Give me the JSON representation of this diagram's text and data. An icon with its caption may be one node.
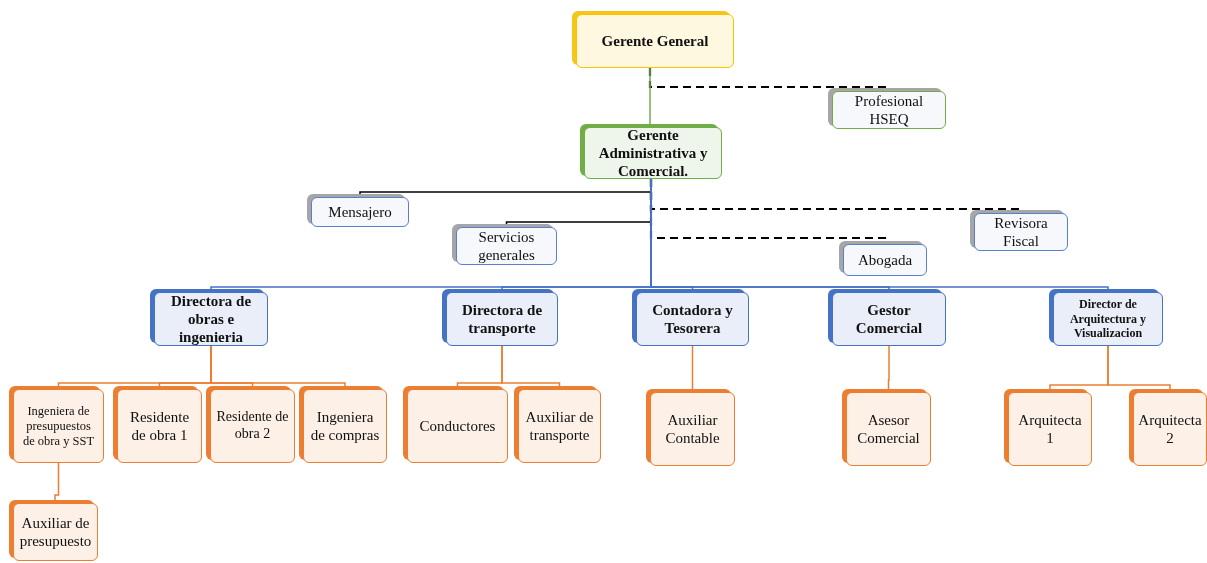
{
  "diagram": {
    "nodes": [
      {
        "text": [
          "Gerente General"
        ]
      },
      {
        "text": [
          "Profesional HSEQ"
        ]
      },
      {
        "text": [
          "Gerente Administrativa y Comercial."
        ]
      },
      {
        "text": [
          "Mensajero"
        ]
      },
      {
        "text": [
          "Servicios generales"
        ]
      },
      {
        "text": [
          "Revisora Fiscal"
        ]
      },
      {
        "text": [
          "Abogada"
        ]
      },
      {
        "text": [
          "Directora de obras e ingenieria"
        ]
      },
      {
        "text": [
          "Directora de transporte"
        ]
      },
      {
        "text": [
          "Contadora y Tesorera"
        ]
      },
      {
        "text": [
          "Gestor Comercial"
        ]
      },
      {
        "text": [
          "Director de Arquitectura y Visualizacion"
        ]
      },
      {
        "text": [
          "Ingeniera de presupuestos de obra y SST"
        ]
      },
      {
        "text": [
          "Residente de obra 1"
        ]
      },
      {
        "text": [
          "Residente de obra 2"
        ]
      },
      {
        "text": [
          "Ingeniera de compras"
        ]
      },
      {
        "text": [
          "Auxiliar de presupuesto"
        ]
      },
      {
        "text": [
          "Conductores"
        ]
      },
      {
        "text": [
          "Auxiliar de transporte"
        ]
      },
      {
        "text": [
          "Auxiliar Contable"
        ]
      },
      {
        "text": [
          "Asesor Comercial"
        ]
      },
      {
        "text": [
          "Arquitecta 1"
        ]
      },
      {
        "text": [
          "Arquitecta 2"
        ]
      }
    ],
    "edges": [
      {
        "from": 0,
        "to": 1,
        "arrow": "none",
        "style": "dashed",
        "color": "#000000"
      },
      {
        "from": 0,
        "to": 2,
        "arrow": "none",
        "color": "#70ad47"
      },
      {
        "from": 2,
        "to": 3,
        "arrow": "none",
        "color": "#000000"
      },
      {
        "from": 2,
        "to": 4,
        "arrow": "none",
        "color": "#000000"
      },
      {
        "from": 2,
        "to": 5,
        "arrow": "none",
        "style": "dashed",
        "color": "#000000"
      },
      {
        "from": 2,
        "to": 6,
        "arrow": "none",
        "style": "dashed",
        "color": "#000000"
      },
      {
        "from": 2,
        "to": 7,
        "arrow": "none",
        "color": "#4472c4"
      },
      {
        "from": 2,
        "to": 8,
        "arrow": "none",
        "color": "#4472c4"
      },
      {
        "from": 2,
        "to": 9,
        "arrow": "none",
        "color": "#4472c4"
      },
      {
        "from": 2,
        "to": 10,
        "arrow": "none",
        "color": "#4472c4"
      },
      {
        "from": 2,
        "to": 11,
        "arrow": "none",
        "color": "#4472c4"
      },
      {
        "from": 7,
        "to": 12,
        "arrow": "none"
      },
      {
        "from": 7,
        "to": 13,
        "arrow": "none"
      },
      {
        "from": 7,
        "to": 14,
        "arrow": "none"
      },
      {
        "from": 7,
        "to": 15,
        "arrow": "none"
      },
      {
        "from": 12,
        "to": 16,
        "arrow": "none"
      },
      {
        "from": 8,
        "to": 17,
        "arrow": "none"
      },
      {
        "from": 8,
        "to": 18,
        "arrow": "none"
      },
      {
        "from": 9,
        "to": 19,
        "arrow": "none"
      },
      {
        "from": 10,
        "to": 20,
        "arrow": "none"
      },
      {
        "from": 11,
        "to": 21,
        "arrow": "none"
      },
      {
        "from": 11,
        "to": 22,
        "arrow": "none"
      }
    ]
  }
}
